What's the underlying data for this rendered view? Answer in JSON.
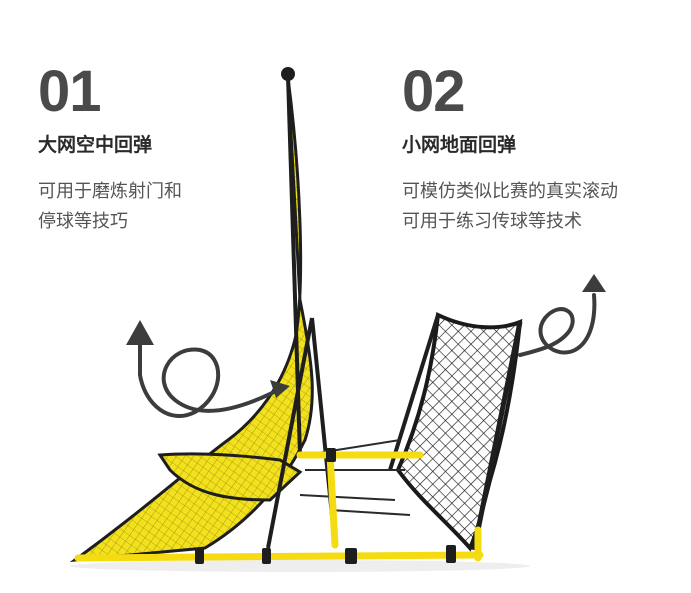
{
  "features": [
    {
      "number": "01",
      "title": "大网空中回弹",
      "desc_lines": [
        "可用于磨炼射门和",
        "停球等技巧"
      ]
    },
    {
      "number": "02",
      "title": "小网地面回弹",
      "desc_lines": [
        "可模仿类似比赛的真实滚动",
        "可用于练习传球等技术"
      ]
    }
  ],
  "colors": {
    "net_yellow": "#f2e11c",
    "frame_yellow": "#f5dc12",
    "frame_dark": "#1e1e1e",
    "arrow": "#3c3c3c"
  }
}
